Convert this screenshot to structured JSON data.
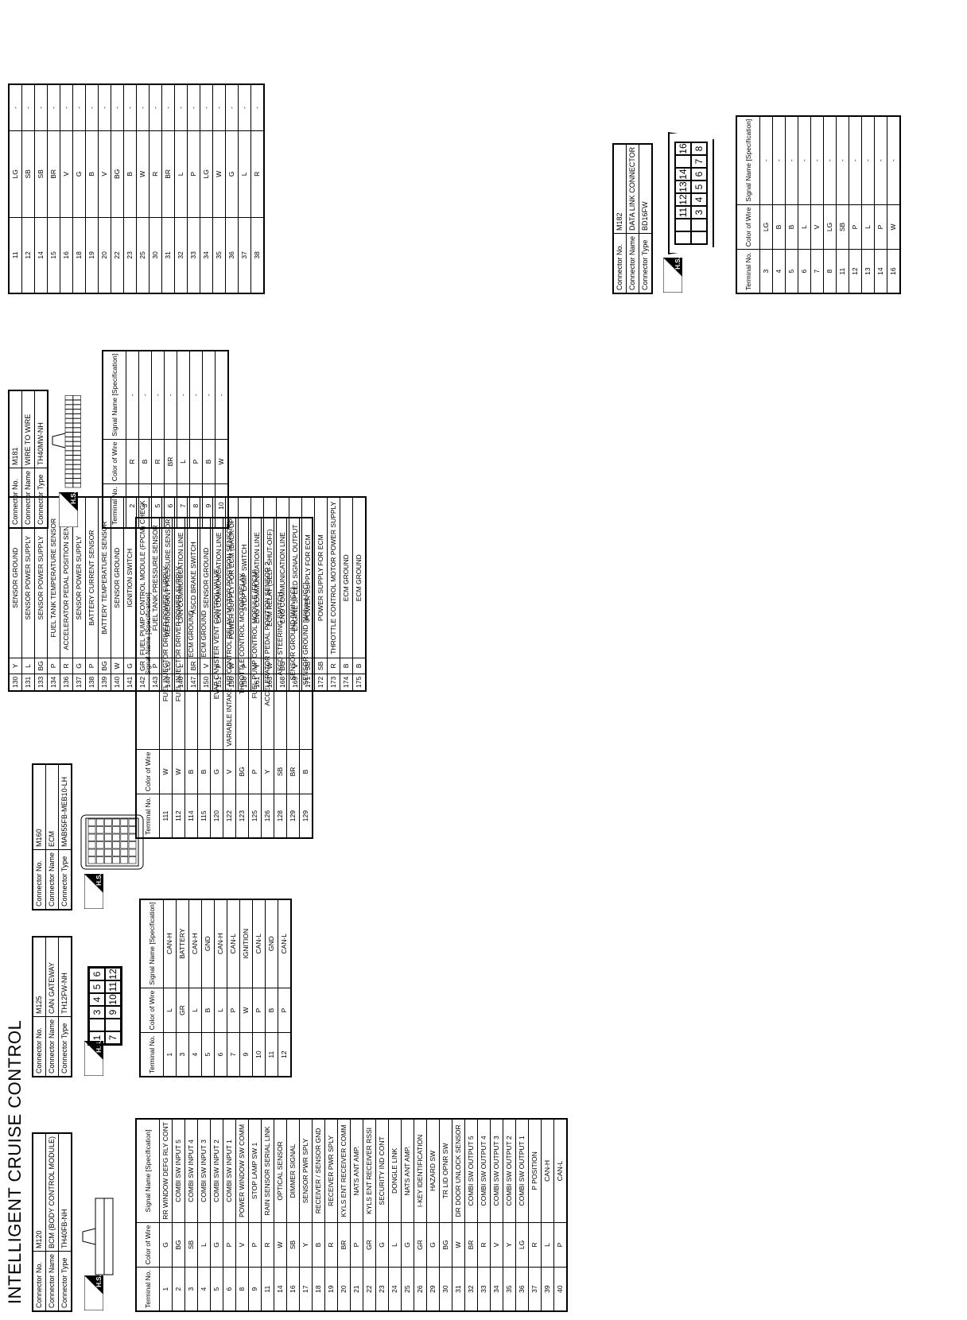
{
  "page_title": "INTELLIGENT CRUISE CONTROL",
  "labels": {
    "connector_no": "Connector No.",
    "connector_name": "Connector Name",
    "connector_type": "Connector Type",
    "terminal_no": "Terminal No.",
    "color_of_wire": "Color of Wire",
    "signal_name": "Signal Name [Specification]",
    "hs": "H.S."
  },
  "m120": {
    "no": "M120",
    "name": "BCM (BODY CONTROL MODULE)",
    "type": "TH40FB-NH",
    "rows": [
      [
        "1",
        "G",
        "RR WINDOW DEFG RLY CONT"
      ],
      [
        "2",
        "BG",
        "COMBI SW INPUT 5"
      ],
      [
        "3",
        "SB",
        "COMBI SW INPUT 4"
      ],
      [
        "4",
        "L",
        "COMBI SW INPUT 3"
      ],
      [
        "5",
        "G",
        "COMBI SW INPUT 2"
      ],
      [
        "6",
        "P",
        "COMBI SW INPUT 1"
      ],
      [
        "8",
        "V",
        "POWER WINDOW SW COMM"
      ],
      [
        "9",
        "P",
        "STOP LAMP SW 1"
      ],
      [
        "11",
        "R",
        "RAIN SENSOR SERIAL LINK"
      ],
      [
        "14",
        "W",
        "OPTICAL SENSOR"
      ],
      [
        "16",
        "SB",
        "DIMMER SIGNAL"
      ],
      [
        "17",
        "Y",
        "SENSOR PWR SPLY"
      ],
      [
        "18",
        "B",
        "RECEIVER / SENSOR GND"
      ],
      [
        "19",
        "R",
        "RECEIVER PWR SPLY"
      ],
      [
        "20",
        "BR",
        "KYLS ENT RECEIVER COMM"
      ],
      [
        "21",
        "P",
        "NATS ANT AMP."
      ],
      [
        "22",
        "GR",
        "KYLS ENT RECEIVER RSSI"
      ],
      [
        "23",
        "G",
        "SECURITY IND CONT"
      ],
      [
        "24",
        "L",
        "DONGLE LINK"
      ],
      [
        "25",
        "G",
        "NATS ANT AMP."
      ],
      [
        "26",
        "GR",
        "I-KEY IDENTIFICATION"
      ],
      [
        "29",
        "G",
        "HAZARD SW"
      ],
      [
        "30",
        "BG",
        "TR LID OPNR SW"
      ],
      [
        "31",
        "W",
        "DR DOOR UNLOCK SENSOR"
      ],
      [
        "32",
        "BR",
        "COMBI SW OUTPUT 5"
      ],
      [
        "33",
        "R",
        "COMBI SW OUTPUT 4"
      ],
      [
        "34",
        "V",
        "COMBI SW OUTPUT 3"
      ],
      [
        "35",
        "Y",
        "COMBI SW OUTPUT 2"
      ],
      [
        "36",
        "LG",
        "COMBI SW OUTPUT 1"
      ],
      [
        "37",
        "R",
        "P POSITION"
      ],
      [
        "39",
        "L",
        "CAN-H"
      ],
      [
        "40",
        "P",
        "CAN-L"
      ]
    ]
  },
  "m125": {
    "no": "M125",
    "name": "CAN GATEWAY",
    "type": "TH12FW-NH",
    "pins_top": [
      "1",
      "",
      "3",
      "4",
      "5",
      "6"
    ],
    "pins_bottom": [
      "7",
      "",
      "9",
      "10",
      "11",
      "12"
    ],
    "rows": [
      [
        "1",
        "L",
        "CAN-H"
      ],
      [
        "3",
        "GR",
        "BATTERY"
      ],
      [
        "4",
        "L",
        "CAN-H"
      ],
      [
        "5",
        "B",
        "GND"
      ],
      [
        "6",
        "L",
        "CAN-H"
      ],
      [
        "7",
        "P",
        "CAN-L"
      ],
      [
        "9",
        "W",
        "IGNITION"
      ],
      [
        "10",
        "P",
        "CAN-L"
      ],
      [
        "11",
        "B",
        "GND"
      ],
      [
        "12",
        "P",
        "CAN-L"
      ]
    ]
  },
  "m160": {
    "no": "M160",
    "name": "ECM",
    "type": "MAB55FB-MEB10-LH",
    "rows": [
      [
        "111",
        "W",
        "FUEL INJECTOR DRIVER POWER SUPPLY"
      ],
      [
        "112",
        "W",
        "FUEL INJECTOR DRIVER POWER SUPPLY"
      ],
      [
        "114",
        "B",
        "ECM GROUND"
      ],
      [
        "115",
        "B",
        "ECM GROUND"
      ],
      [
        "120",
        "G",
        "EVAP CANISTER VENT CONTROL VALVE"
      ],
      [
        "122",
        "V",
        "VARIABLE INTAKE AIR CONTROL RELAY (MOTOR POSITION SENSOR)"
      ],
      [
        "123",
        "BG",
        "THROTTLE CONTROL MOTOR RELAY"
      ],
      [
        "125",
        "P",
        "FUEL PUMP CONTROL MODULE (FPCM)"
      ],
      [
        "126",
        "Y",
        "ACCELERATOR PEDAL POSITION SENSOR 2"
      ],
      [
        "128",
        "SB",
        "ASCD STEERING SWITCH"
      ],
      [
        "129",
        "BR",
        "SENSOR GROUND [With ICC]"
      ],
      [
        "129",
        "B",
        "SENSOR GROUND [Without ICC]"
      ],
      [
        "130",
        "Y",
        "SENSOR GROUND"
      ],
      [
        "131",
        "L",
        "SENSOR POWER SUPPLY"
      ],
      [
        "133",
        "BG",
        "SENSOR POWER SUPPLY"
      ],
      [
        "134",
        "P",
        "FUEL TANK TEMPERATURE SENSOR"
      ],
      [
        "136",
        "R",
        "ACCELERATOR PEDAL POSITION SENSOR 1"
      ],
      [
        "137",
        "G",
        "SENSOR POWER SUPPLY"
      ],
      [
        "138",
        "P",
        "BATTERY CURRENT SENSOR"
      ],
      [
        "139",
        "BG",
        "BATTERY TEMPERATURE SENSOR"
      ],
      [
        "140",
        "W",
        "SENSOR GROUND"
      ],
      [
        "141",
        "G",
        "IGNITION SWITCH"
      ],
      [
        "142",
        "GR",
        "FUEL PUMP CONTROL MODULE (FPCM) CHECK"
      ],
      [
        "143",
        "P",
        "FUEL TANK PRESSURE SENSOR"
      ],
      [
        "144",
        "LG",
        "REFRIGERANT PRESSURE SENSOR"
      ],
      [
        "146",
        "L",
        "CAN COMMUNICATION LINE"
      ],
      [
        "147",
        "BR",
        "ASCD BRAKE SWITCH"
      ],
      [
        "150",
        "V",
        "SENSOR GROUND"
      ],
      [
        "151",
        "P",
        "CAN COMMUNICATION LINE"
      ],
      [
        "156",
        "W",
        "POWER SUPPLY FOR ECM (BACK-UP)"
      ],
      [
        "158",
        "P",
        "STOP LAMP SWITCH"
      ],
      [
        "161",
        "Y",
        "ENG COMMUNICATION LINE"
      ],
      [
        "163",
        "W",
        "ECM RELAY (SELF SHUT-OFF)"
      ],
      [
        "168",
        "BG",
        "ENG COMMUNICATION LINE"
      ],
      [
        "169",
        "V",
        "ENGINE SPEED SIGNAL OUTPUT"
      ],
      [
        "171",
        "SB",
        "POWER SUPPLY FOR ECM"
      ],
      [
        "172",
        "SB",
        "POWER SUPPLY FOR ECM"
      ],
      [
        "173",
        "R",
        "THROTTLE CONTROL MOTOR POWER SUPPLY"
      ],
      [
        "174",
        "B",
        "ECM GROUND"
      ],
      [
        "175",
        "B",
        "ECM GROUND"
      ]
    ]
  },
  "m181": {
    "no": "M181",
    "name": "WIRE TO WIRE",
    "type": "TH40MW-NH",
    "rows": [
      [
        "2",
        "R",
        "-"
      ],
      [
        "3",
        "B",
        "-"
      ],
      [
        "5",
        "R",
        "-"
      ],
      [
        "6",
        "BR",
        "-"
      ],
      [
        "7",
        "L",
        "-"
      ],
      [
        "8",
        "P",
        "-"
      ],
      [
        "9",
        "B",
        "-"
      ],
      [
        "10",
        "W",
        "-"
      ],
      [
        "11",
        "LG",
        "-"
      ],
      [
        "12",
        "SB",
        "-"
      ],
      [
        "14",
        "SB",
        "-"
      ],
      [
        "15",
        "BR",
        "-"
      ],
      [
        "16",
        "V",
        "-"
      ],
      [
        "18",
        "G",
        "-"
      ],
      [
        "19",
        "B",
        "-"
      ],
      [
        "20",
        "V",
        "-"
      ],
      [
        "22",
        "BG",
        "-"
      ],
      [
        "23",
        "B",
        "-"
      ],
      [
        "25",
        "W",
        "-"
      ],
      [
        "30",
        "R",
        "-"
      ],
      [
        "31",
        "BR",
        "-"
      ],
      [
        "32",
        "L",
        "-"
      ],
      [
        "33",
        "P",
        "-"
      ],
      [
        "34",
        "LG",
        "-"
      ],
      [
        "35",
        "W",
        "-"
      ],
      [
        "36",
        "G",
        "-"
      ],
      [
        "37",
        "L",
        "-"
      ],
      [
        "38",
        "R",
        "-"
      ]
    ]
  },
  "m182": {
    "no": "M182",
    "name": "DATA LINK CONNECTOR",
    "type": "BD16FW",
    "pins_top": [
      "",
      "",
      "11",
      "12",
      "13",
      "14",
      "",
      "16"
    ],
    "pins_bottom": [
      "",
      "",
      "3",
      "4",
      "5",
      "6",
      "7",
      "8"
    ],
    "rows": [
      [
        "3",
        "LG",
        "-"
      ],
      [
        "4",
        "B",
        "-"
      ],
      [
        "5",
        "B",
        "-"
      ],
      [
        "6",
        "L",
        "-"
      ],
      [
        "7",
        "V",
        "-"
      ],
      [
        "8",
        "LG",
        "-"
      ],
      [
        "11",
        "SB",
        "-"
      ],
      [
        "12",
        "P",
        "-"
      ],
      [
        "13",
        "L",
        "-"
      ],
      [
        "14",
        "P",
        "-"
      ],
      [
        "16",
        "W",
        "-"
      ]
    ]
  }
}
